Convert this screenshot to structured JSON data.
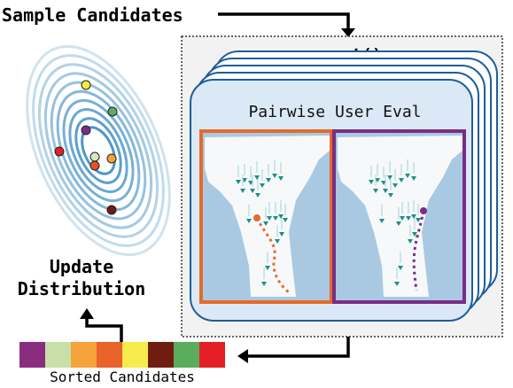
{
  "labels": {
    "sample_candidates": "Sample Candidates",
    "sort": "sort()",
    "pairwise_eval": "Pairwise User Eval",
    "update_line1": "Update",
    "update_line2": "Distribution",
    "sorted_candidates": "Sorted Candidates"
  },
  "colors": {
    "contour": "#3f8ec4",
    "card_border": "#1f5d9a",
    "card_fill": "#ffffff",
    "card_front_fill": "#dbe9f7",
    "left_frame": "#e66a28",
    "right_frame": "#7a2d86",
    "water": "#a9c9e2",
    "land": "#f6f8fa"
  },
  "sample_points": [
    "#f5ec3e",
    "#5dad5d",
    "#7a2d86",
    "#d8e8c0",
    "#f5a33a",
    "#e45422",
    "#e31e24",
    "#6e1d10"
  ],
  "sorted_candidates": [
    "#8a2c7f",
    "#c9dfa9",
    "#f5a33a",
    "#e8622a",
    "#f6ec4b",
    "#6e1d10",
    "#5bad5d",
    "#e31e24"
  ]
}
